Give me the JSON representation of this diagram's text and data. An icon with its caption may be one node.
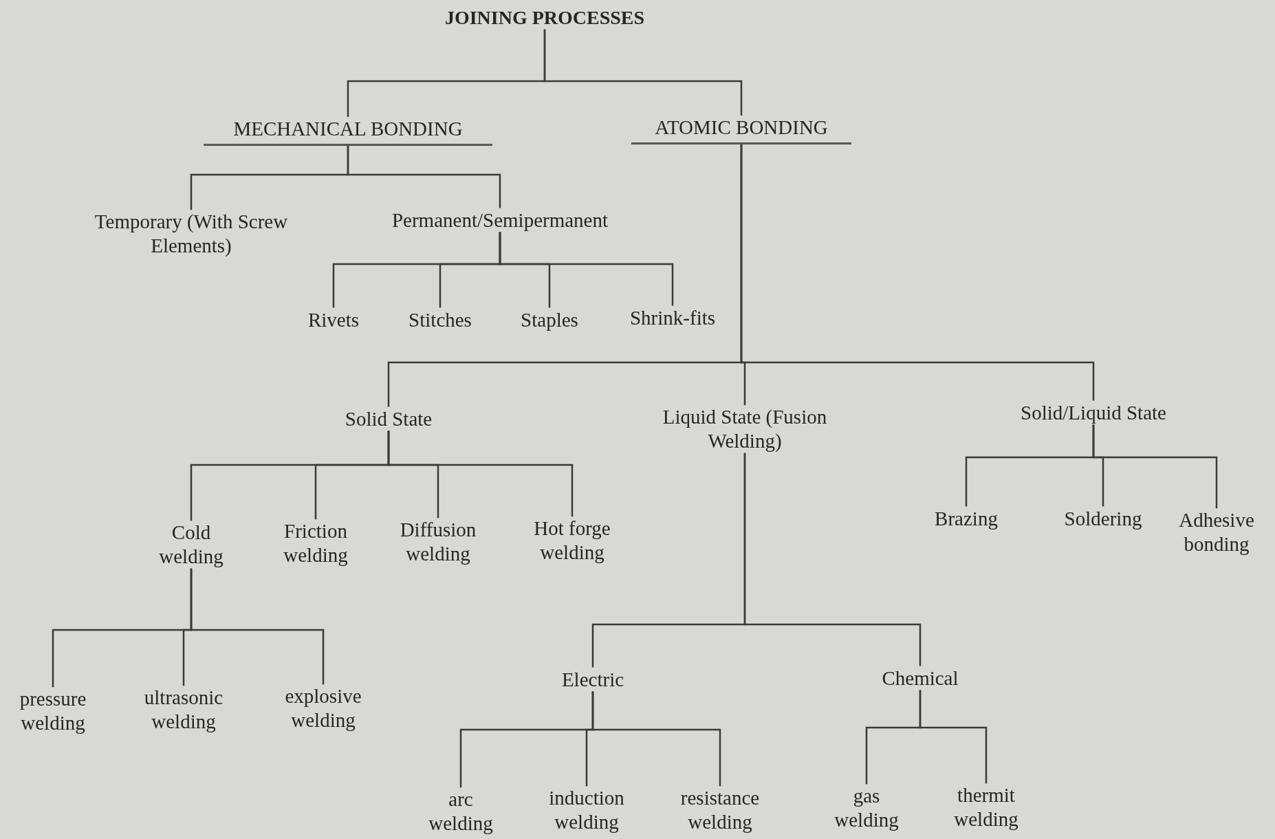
{
  "diagram": {
    "nodes": [
      {
        "text": [
          "JOINING PROCESSES"
        ]
      },
      {
        "text": [
          "MECHANICAL BONDING"
        ]
      },
      {
        "text": [
          "ATOMIC BONDING"
        ]
      },
      {
        "text": [
          "Temporary (With Screw Elements)"
        ]
      },
      {
        "text": [
          "Permanent/Semipermanent"
        ]
      },
      {
        "text": [
          "Rivets"
        ]
      },
      {
        "text": [
          "Stitches"
        ]
      },
      {
        "text": [
          "Staples"
        ]
      },
      {
        "text": [
          "Shrink-fits"
        ]
      },
      {
        "text": [
          "Solid State"
        ]
      },
      {
        "text": [
          "Liquid State (Fusion Welding)"
        ]
      },
      {
        "text": [
          "Solid/Liquid State"
        ]
      },
      {
        "text": [
          "Cold welding"
        ]
      },
      {
        "text": [
          "Friction welding"
        ]
      },
      {
        "text": [
          "Diffusion welding"
        ]
      },
      {
        "text": [
          "Hot forge welding"
        ]
      },
      {
        "text": [
          "Brazing"
        ]
      },
      {
        "text": [
          "Soldering"
        ]
      },
      {
        "text": [
          "Adhesive bonding"
        ]
      },
      {
        "text": [
          "pressure welding"
        ]
      },
      {
        "text": [
          "ultrasonic welding"
        ]
      },
      {
        "text": [
          "explosive welding"
        ]
      },
      {
        "text": [
          "Electric"
        ]
      },
      {
        "text": [
          "Chemical"
        ]
      },
      {
        "text": [
          "arc welding"
        ]
      },
      {
        "text": [
          "induction welding"
        ]
      },
      {
        "text": [
          "resistance welding"
        ]
      },
      {
        "text": [
          "gas welding"
        ]
      },
      {
        "text": [
          "thermit welding"
        ]
      }
    ],
    "edges": [
      {
        "from": 0,
        "to": 1,
        "arrow": "none"
      },
      {
        "from": 0,
        "to": 2,
        "arrow": "none"
      },
      {
        "from": 1,
        "to": 3,
        "arrow": "none"
      },
      {
        "from": 1,
        "to": 4,
        "arrow": "none"
      },
      {
        "from": 4,
        "to": 5,
        "arrow": "none"
      },
      {
        "from": 4,
        "to": 6,
        "arrow": "none"
      },
      {
        "from": 4,
        "to": 7,
        "arrow": "none"
      },
      {
        "from": 4,
        "to": 8,
        "arrow": "none"
      },
      {
        "from": 2,
        "to": 9,
        "arrow": "none"
      },
      {
        "from": 2,
        "to": 10,
        "arrow": "none"
      },
      {
        "from": 2,
        "to": 11,
        "arrow": "none"
      },
      {
        "from": 9,
        "to": 12,
        "arrow": "none"
      },
      {
        "from": 9,
        "to": 13,
        "arrow": "none"
      },
      {
        "from": 9,
        "to": 14,
        "arrow": "none"
      },
      {
        "from": 9,
        "to": 15,
        "arrow": "none"
      },
      {
        "from": 11,
        "to": 16,
        "arrow": "none"
      },
      {
        "from": 11,
        "to": 17,
        "arrow": "none"
      },
      {
        "from": 11,
        "to": 18,
        "arrow": "none"
      },
      {
        "from": 12,
        "to": 19,
        "arrow": "none"
      },
      {
        "from": 12,
        "to": 20,
        "arrow": "none"
      },
      {
        "from": 12,
        "to": 21,
        "arrow": "none"
      },
      {
        "from": 10,
        "to": 22,
        "arrow": "none"
      },
      {
        "from": 10,
        "to": 23,
        "arrow": "none"
      },
      {
        "from": 22,
        "to": 24,
        "arrow": "none"
      },
      {
        "from": 22,
        "to": 25,
        "arrow": "none"
      },
      {
        "from": 22,
        "to": 26,
        "arrow": "none"
      },
      {
        "from": 23,
        "to": 27,
        "arrow": "none"
      },
      {
        "from": 23,
        "to": 28,
        "arrow": "none"
      }
    ]
  }
}
